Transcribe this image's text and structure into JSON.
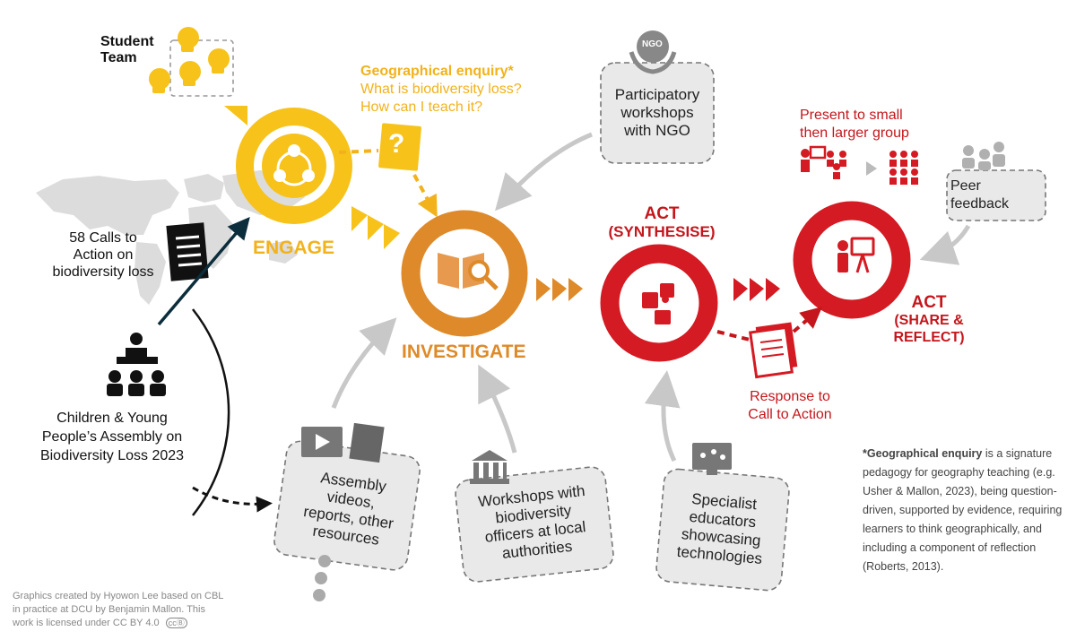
{
  "student_team": {
    "label_line1": "Student",
    "label_line2": "Team"
  },
  "enquiry": {
    "title": "Geographical enquiry*",
    "line1": "What is biodiversity loss?",
    "line2": "How can I teach it?",
    "question_mark": "?"
  },
  "ngo_card": {
    "icon_text": "NGO",
    "line1": "Participatory",
    "line2": "workshops",
    "line3": "with NGO"
  },
  "engage": {
    "label": "ENGAGE"
  },
  "investigate": {
    "label": "INVESTIGATE"
  },
  "act_synthesise": {
    "line1": "ACT",
    "line2": "(SYNTHESISE)"
  },
  "act_share": {
    "line1": "ACT",
    "line2": "(SHARE &",
    "line3": "REFLECT)"
  },
  "present": {
    "line1": "Present to small",
    "line2": "then larger group"
  },
  "peer_feedback": {
    "line1": "Peer",
    "line2": "feedback"
  },
  "calls": {
    "line1": "58 Calls to",
    "line2": "Action on",
    "line3": "biodiversity loss"
  },
  "assembly": {
    "line1": "Children & Young",
    "line2": "People’s Assembly on",
    "line3": "Biodiversity Loss 2023"
  },
  "response": {
    "line1": "Response to",
    "line2": "Call to Action"
  },
  "resources_card": {
    "line1": "Assembly",
    "line2": "videos,",
    "line3": "reports, other",
    "line4": "resources"
  },
  "workshops_card": {
    "line1": "Workshops with",
    "line2": "biodiversity",
    "line3": "officers at local",
    "line4": "authorities"
  },
  "specialist_card": {
    "line1": "Specialist",
    "line2": "educators",
    "line3": "showcasing",
    "line4": "technologies"
  },
  "footnote": {
    "bold": "*Geographical enquiry",
    "rest": " is a signature pedagogy for geography teaching (e.g. Usher & Mallon, 2023), being question-driven, supported by evidence, requiring learners to think geographically, and including a component of reflection (Roberts, 2013)."
  },
  "credits": {
    "line1": "Graphics created by Hyowon Lee based on CBL",
    "line2": "in practice at DCU by Benjamin Mallon. This",
    "line3": "work is licensed under CC BY 4.0",
    "cc_badge": "ccⒷ"
  },
  "colors": {
    "engage": "#f7c21a",
    "investigate": "#de8a2a",
    "act": "#d41a22",
    "gray_card": "#e9e9e9",
    "gray_arrow": "#c8c8c8"
  }
}
